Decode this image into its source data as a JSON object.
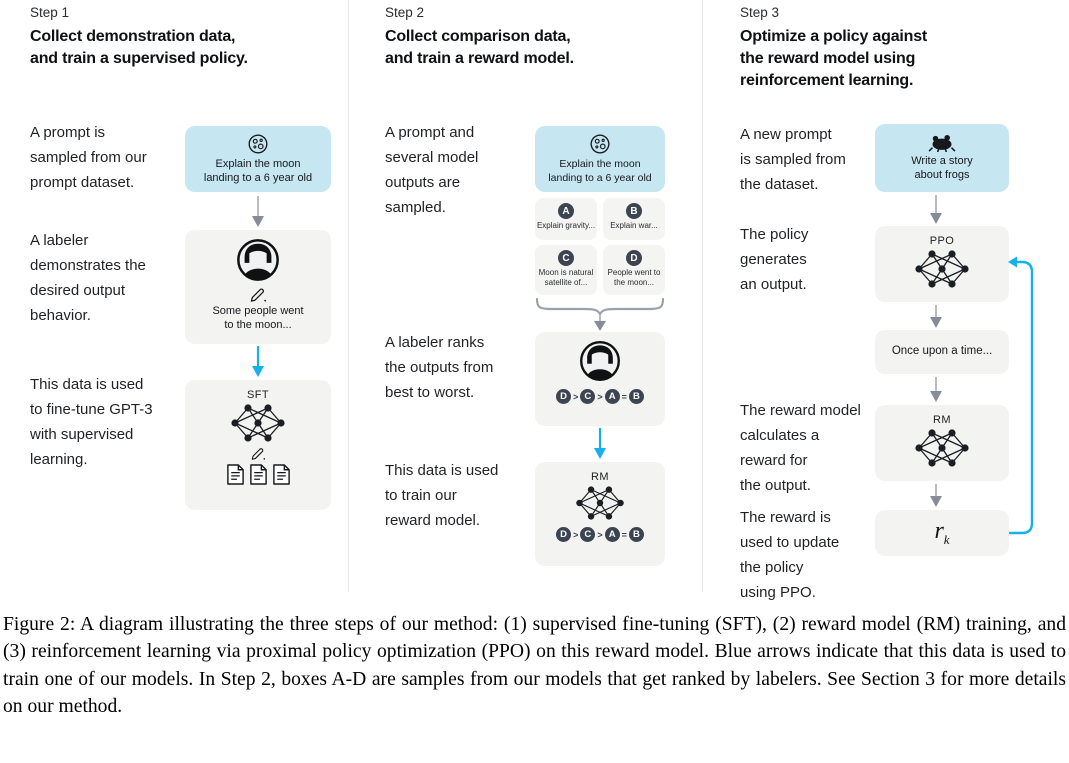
{
  "colors": {
    "prompt_box_bg": "#c6e6f1",
    "node_box_bg": "#f3f3f1",
    "badge_bg": "#3b4450",
    "accent_blue": "#17b0ef",
    "arrow_gray": "#a6aab1"
  },
  "steps": [
    {
      "label": "Step 1",
      "title": "Collect demonstration data,\nand train a supervised policy.",
      "texts": [
        "A prompt is\nsampled from our\nprompt dataset.",
        "A labeler\ndemonstrates the\ndesired output\nbehavior.",
        "This data is used\nto fine-tune GPT-3\nwith supervised\nlearning."
      ],
      "prompt_box": {
        "icon": "moon-icon",
        "text": "Explain the moon\nlanding to a 6 year old"
      },
      "labeler_box": {
        "icon": "labeler-avatar-icon",
        "pencil": "pencil-icon",
        "text": "Some people went\nto the moon..."
      },
      "model_box": {
        "label": "SFT",
        "icon": "neural-network-icon",
        "pencil": "pencil-icon",
        "docs": "documents-icon"
      }
    },
    {
      "label": "Step 2",
      "title": "Collect comparison data,\nand train a reward model.",
      "texts": [
        "A prompt and\nseveral model\noutputs are\nsampled.",
        "A labeler ranks\nthe outputs from\nbest to worst.",
        "This data is used\nto train our\nreward model."
      ],
      "prompt_box": {
        "icon": "moon-icon",
        "text": "Explain the moon\nlanding to a 6 year old"
      },
      "samples": [
        {
          "letter": "A",
          "text": "Explain gravity..."
        },
        {
          "letter": "B",
          "text": "Explain war..."
        },
        {
          "letter": "C",
          "text": "Moon is natural\nsatellite of..."
        },
        {
          "letter": "D",
          "text": "People went to\nthe moon..."
        }
      ],
      "ranking": [
        "D",
        ">",
        "C",
        ">",
        "A",
        "=",
        "B"
      ],
      "model_box": {
        "label": "RM",
        "icon": "neural-network-icon"
      }
    },
    {
      "label": "Step 3",
      "title": "Optimize a policy against\nthe reward model using\nreinforcement learning.",
      "texts": [
        "A new prompt\nis sampled from\nthe dataset.",
        "The policy\ngenerates\nan output.",
        "The reward model\ncalculates a\nreward for\nthe output.",
        "The reward is\nused to update\nthe policy\nusing PPO."
      ],
      "prompt_box": {
        "icon": "frog-icon",
        "text": "Write a story\nabout frogs"
      },
      "policy_box": {
        "label": "PPO",
        "icon": "neural-network-icon"
      },
      "output_box": {
        "text": "Once upon a time..."
      },
      "reward_model_box": {
        "label": "RM",
        "icon": "neural-network-icon"
      },
      "reward_box": {
        "var": "r",
        "sub": "k"
      }
    }
  ],
  "caption": "Figure 2: A diagram illustrating the three steps of our method: (1) supervised fine-tuning (SFT), (2) reward model (RM) training, and (3) reinforcement learning via proximal policy optimization (PPO) on this reward model. Blue arrows indicate that this data is used to train one of our models. In Step 2, boxes A-D are samples from our models that get ranked by labelers. See Section 3 for more details on our method."
}
